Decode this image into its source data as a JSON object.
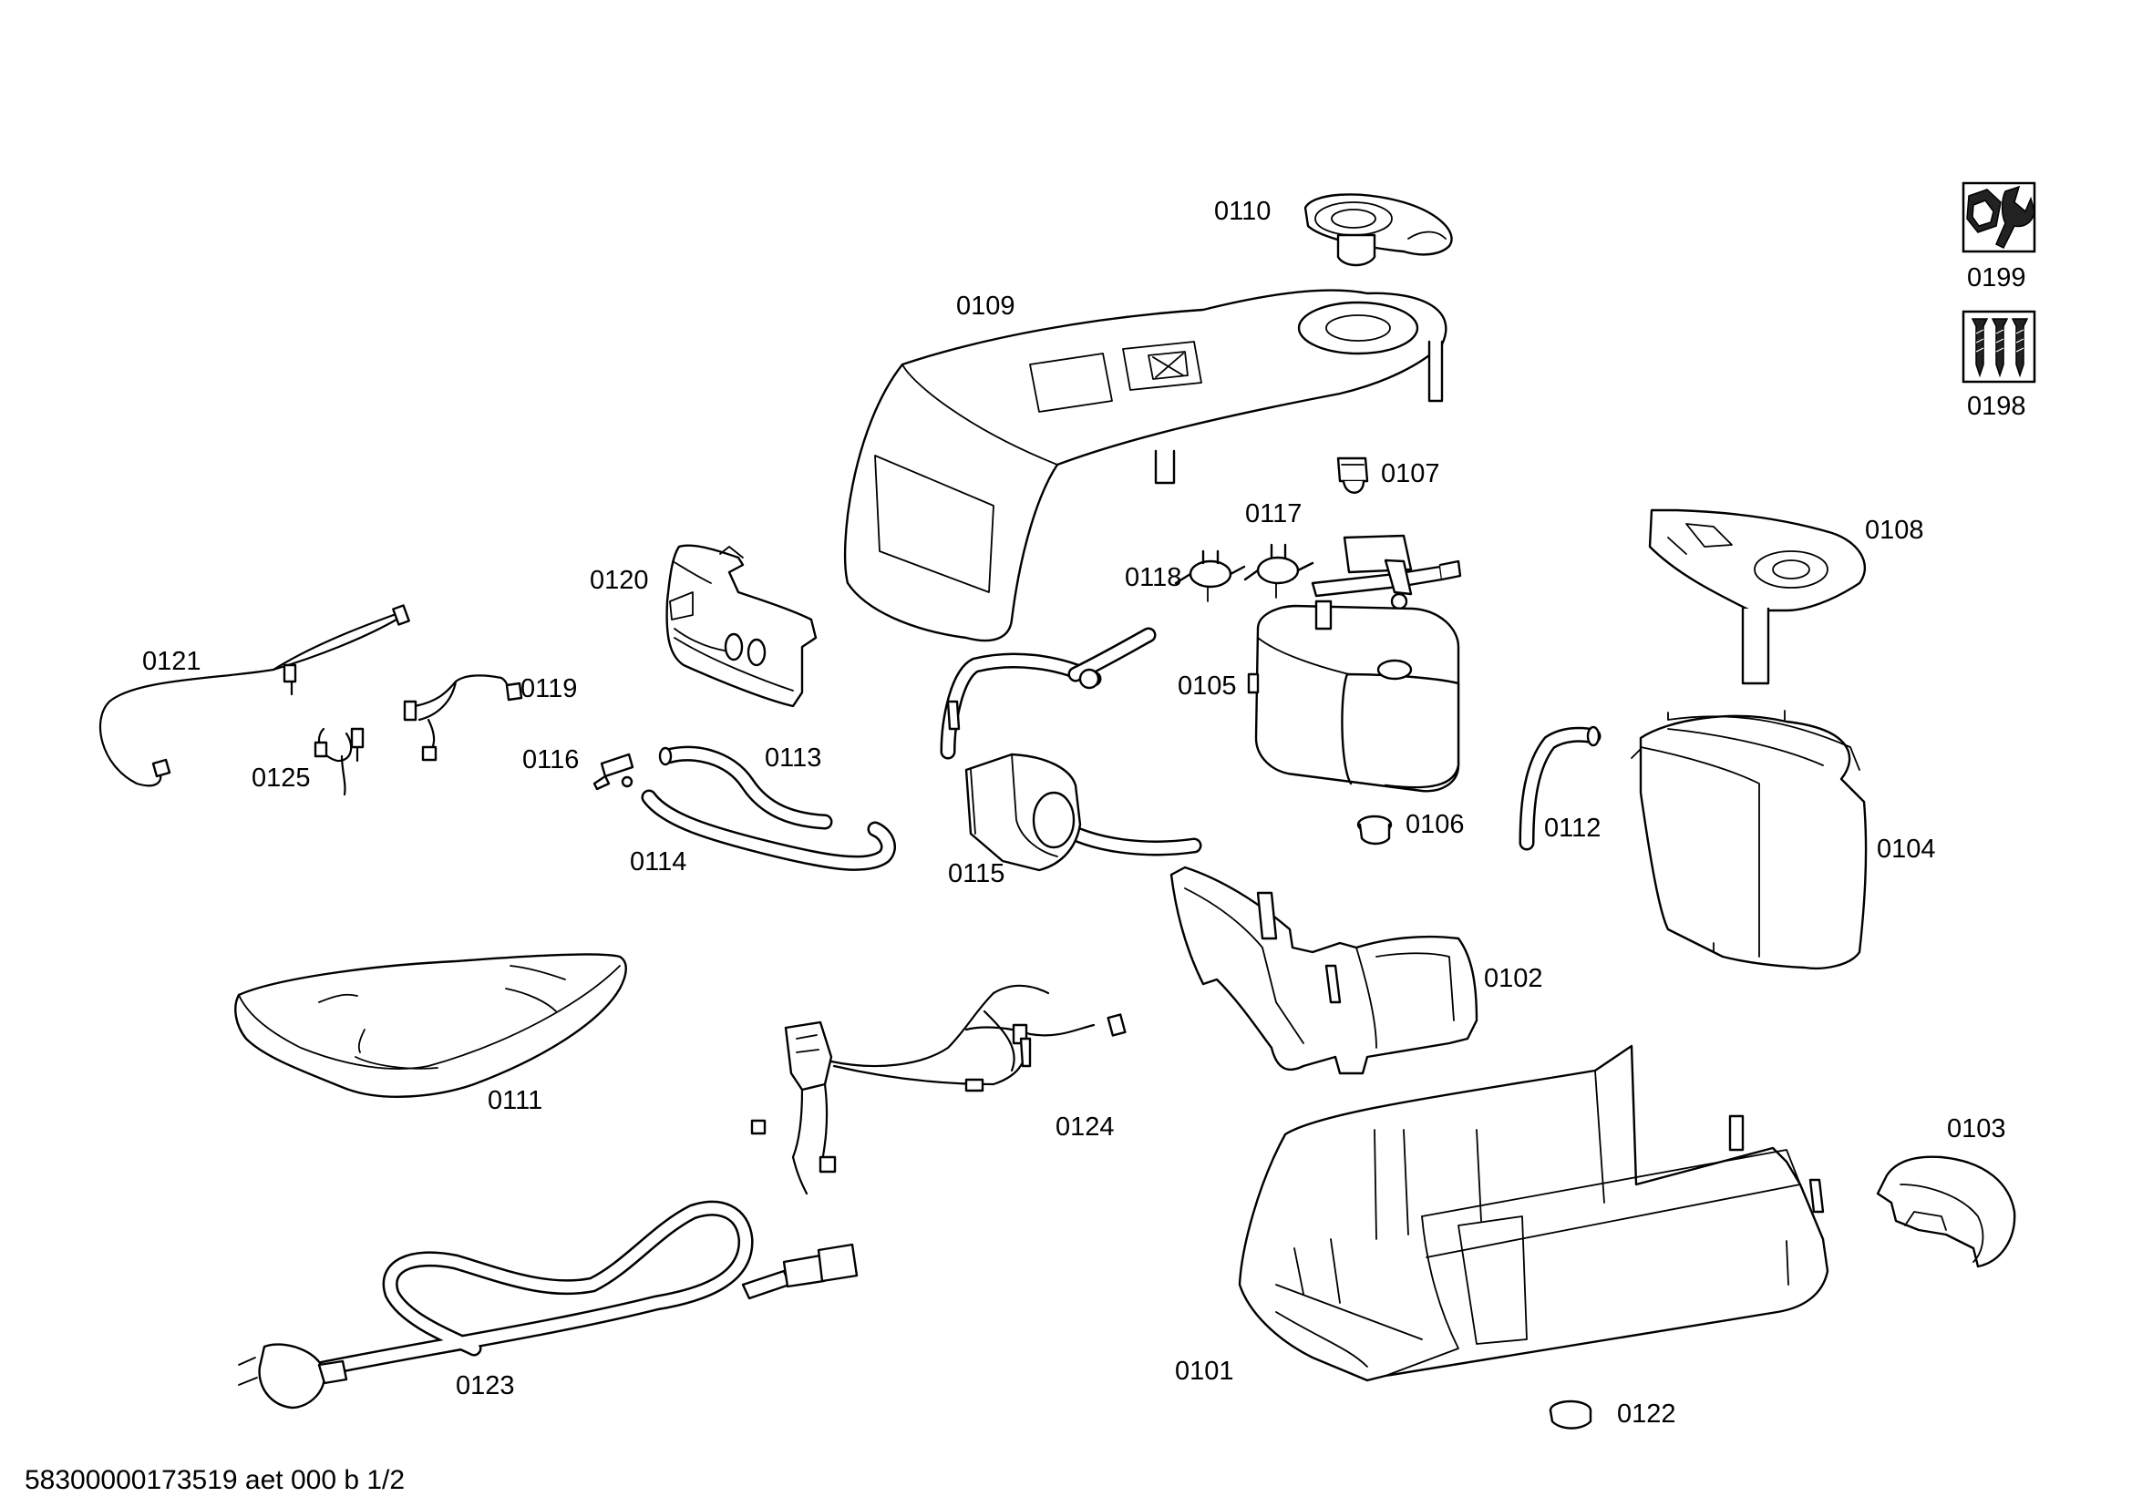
{
  "diagram": {
    "footer": "58300000173519 aet 000 b 1/2",
    "icons": {
      "service_icon": "nut-wrench-icon",
      "screws_icon": "screws-icon"
    },
    "labels": {
      "p0101": "0101",
      "p0102": "0102",
      "p0103": "0103",
      "p0104": "0104",
      "p0105": "0105",
      "p0106": "0106",
      "p0107": "0107",
      "p0108": "0108",
      "p0109": "0109",
      "p0110": "0110",
      "p0111": "0111",
      "p0112": "0112",
      "p0113": "0113",
      "p0114": "0114",
      "p0115": "0115",
      "p0116": "0116",
      "p0117": "0117",
      "p0118": "0118",
      "p0119": "0119",
      "p0120": "0120",
      "p0121": "0121",
      "p0122": "0122",
      "p0123": "0123",
      "p0124": "0124",
      "p0125": "0125",
      "p0198": "0198",
      "p0199": "0199"
    }
  }
}
